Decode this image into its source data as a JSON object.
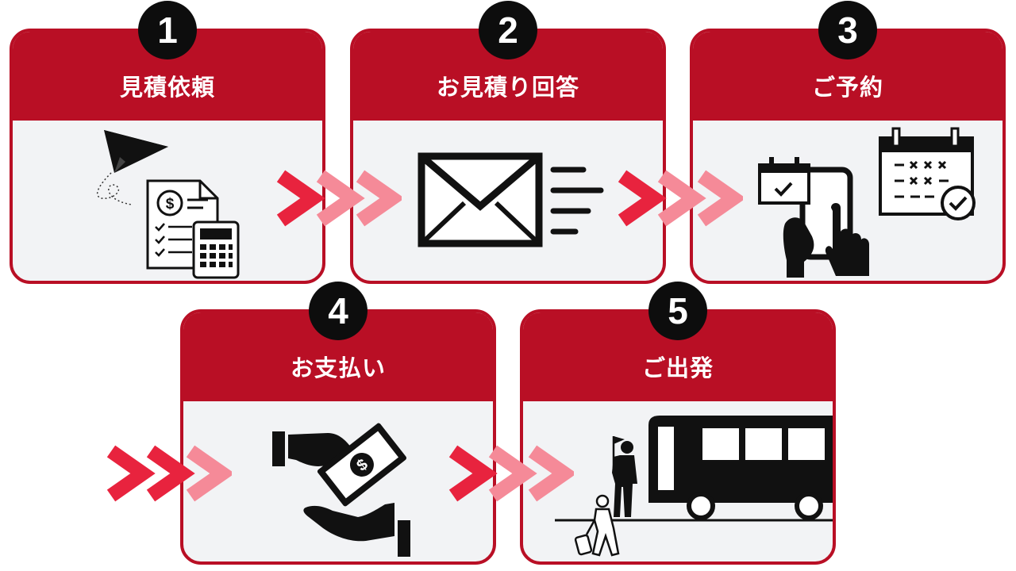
{
  "steps": [
    {
      "number": "1",
      "title": "見積依頼",
      "icon": "paper-plane-invoice-calculator-icon"
    },
    {
      "number": "2",
      "title": "お見積り回答",
      "icon": "envelope-icon"
    },
    {
      "number": "3",
      "title": "ご予約",
      "icon": "smartphone-calendar-booking-icon"
    },
    {
      "number": "4",
      "title": "お支払い",
      "icon": "hand-money-payment-icon"
    },
    {
      "number": "5",
      "title": "ご出発",
      "icon": "bus-departure-icon"
    }
  ],
  "colors": {
    "header_red": "#b90f25",
    "card_bg": "#f2f3f5",
    "arrow_red": "#e8233e",
    "arrow_pink": "#f58a98",
    "badge": "#0d0d0d"
  }
}
